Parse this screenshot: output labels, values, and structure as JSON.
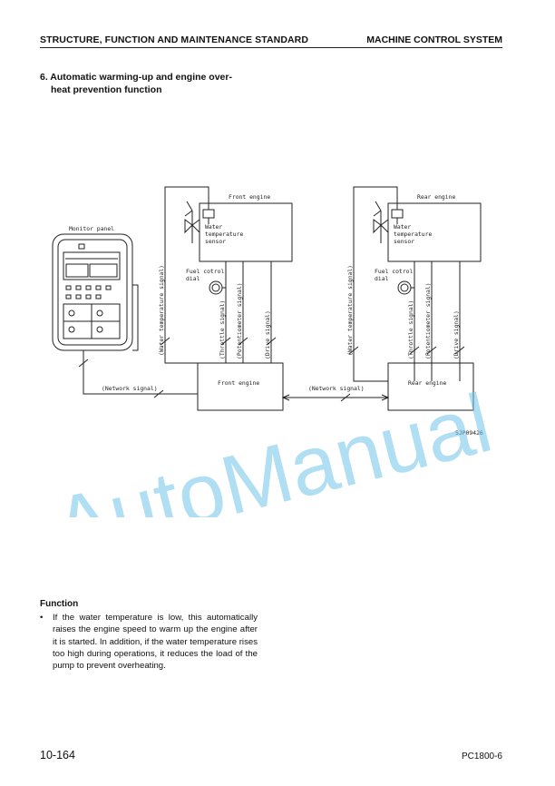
{
  "header": {
    "left": "STRUCTURE, FUNCTION AND MAINTENANCE STANDARD",
    "right": "MACHINE CONTROL SYSTEM"
  },
  "section": {
    "title_line1": "6. Automatic warming-up and engine over-",
    "title_line2": "heat prevention function"
  },
  "diagram": {
    "monitor_panel": "Monitor panel",
    "front_engine_label": "Front engine",
    "rear_engine_label": "Rear engine",
    "water_line1": "Water",
    "water_line2": "temperature",
    "water_line3": "sensor",
    "fuel_line1": "Fuel cotrol",
    "fuel_line2": "dial",
    "water_temp_signal": "(Water temperature signal)",
    "throttle_signal": "(Throttle signal)",
    "potentiometer_signal": "(Potentiometer signal)",
    "drive_signal": "(Drive signal)",
    "network_signal": "(Network signal)",
    "front_controller": "Front engine",
    "rear_controller": "Rear engine",
    "figure_code": "5JP09426"
  },
  "function": {
    "heading": "Function",
    "bullet": "•",
    "text": "If the water temperature is low, this automatically raises the engine speed to warm up the engine after it is started. In addition, if the water temperature rises too high during operations, it reduces the load of the pump to prevent overheating."
  },
  "watermark": "AutoManual",
  "footer": {
    "page": "10-164",
    "model": "PC1800-6"
  }
}
